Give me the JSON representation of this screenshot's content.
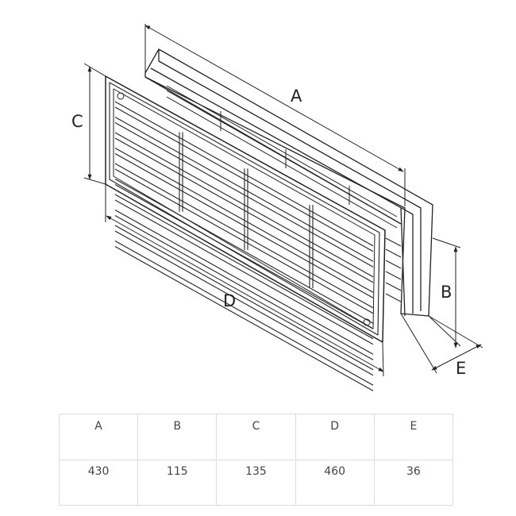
{
  "diagram": {
    "labels": {
      "a": "A",
      "b": "B",
      "c": "C",
      "d": "D",
      "e": "E"
    }
  },
  "table": {
    "headers": [
      "A",
      "B",
      "C",
      "D",
      "E"
    ],
    "values": [
      "430",
      "115",
      "135",
      "460",
      "36"
    ]
  }
}
